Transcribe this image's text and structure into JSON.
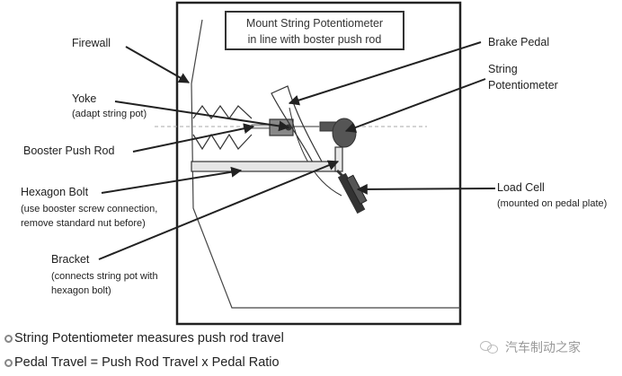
{
  "title_box": {
    "line1": "Mount String Potentiometer",
    "line2": "in line with boster push rod"
  },
  "labels": {
    "firewall": "Firewall",
    "yoke": "Yoke",
    "yoke_sub": "(adapt string pot)",
    "booster_push_rod": "Booster Push Rod",
    "hexagon_bolt": "Hexagon Bolt",
    "hexagon_bolt_sub1": "(use booster screw connection,",
    "hexagon_bolt_sub2": "remove standard nut before)",
    "bracket": "Bracket",
    "bracket_sub1": "(connects string pot with",
    "bracket_sub2": "hexagon bolt)",
    "brake_pedal": "Brake Pedal",
    "string_pot_1": "String",
    "string_pot_2": "Potentiometer",
    "load_cell": "Load Cell",
    "load_cell_sub": "(mounted on pedal plate)"
  },
  "notes": [
    "String Potentiometer measures push rod travel",
    "Pedal Travel = Push Rod Travel x Pedal Ratio"
  ],
  "watermark": "汽车制动之家",
  "colors": {
    "line": "#222222",
    "component_fill": "#555555",
    "yoke_fill": "#888888",
    "bracket_fill": "#e6e6e6",
    "dashed_axis": "#aaaaaa"
  }
}
